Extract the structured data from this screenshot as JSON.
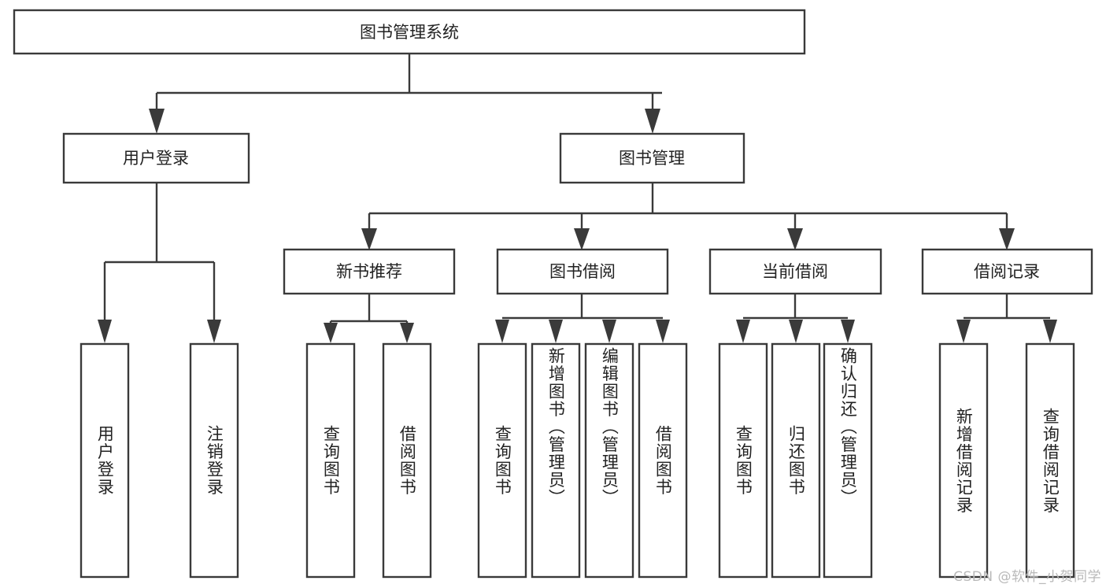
{
  "diagram": {
    "title": "图书管理系统",
    "type": "tree-hierarchy-chart",
    "stroke_color": "#3a3a3a",
    "fill_color": "#ffffff",
    "text_color": "#222222",
    "root": {
      "label": "图书管理系统"
    },
    "level2": [
      {
        "label": "用户登录"
      },
      {
        "label": "图书管理"
      }
    ],
    "level3": [
      {
        "label": "新书推荐"
      },
      {
        "label": "图书借阅"
      },
      {
        "label": "当前借阅"
      },
      {
        "label": "借阅记录"
      }
    ],
    "leaves": {
      "user_login": [
        {
          "label": "用户登录"
        },
        {
          "label": "注销登录"
        }
      ],
      "new_book": [
        {
          "label": "查询图书"
        },
        {
          "label": "借阅图书"
        }
      ],
      "book_borrow": [
        {
          "label": "查询图书"
        },
        {
          "label": "新增图书（管理员）"
        },
        {
          "label": "编辑图书（管理员）"
        },
        {
          "label": "借阅图书"
        }
      ],
      "current_borrow": [
        {
          "label": "查询图书"
        },
        {
          "label": "归还图书"
        },
        {
          "label": "确认归还（管理员）"
        }
      ],
      "borrow_record": [
        {
          "label": "新增借阅记录"
        },
        {
          "label": "查询借阅记录"
        }
      ]
    }
  },
  "watermark": {
    "text": "CSDN @软件_小贺同学"
  }
}
